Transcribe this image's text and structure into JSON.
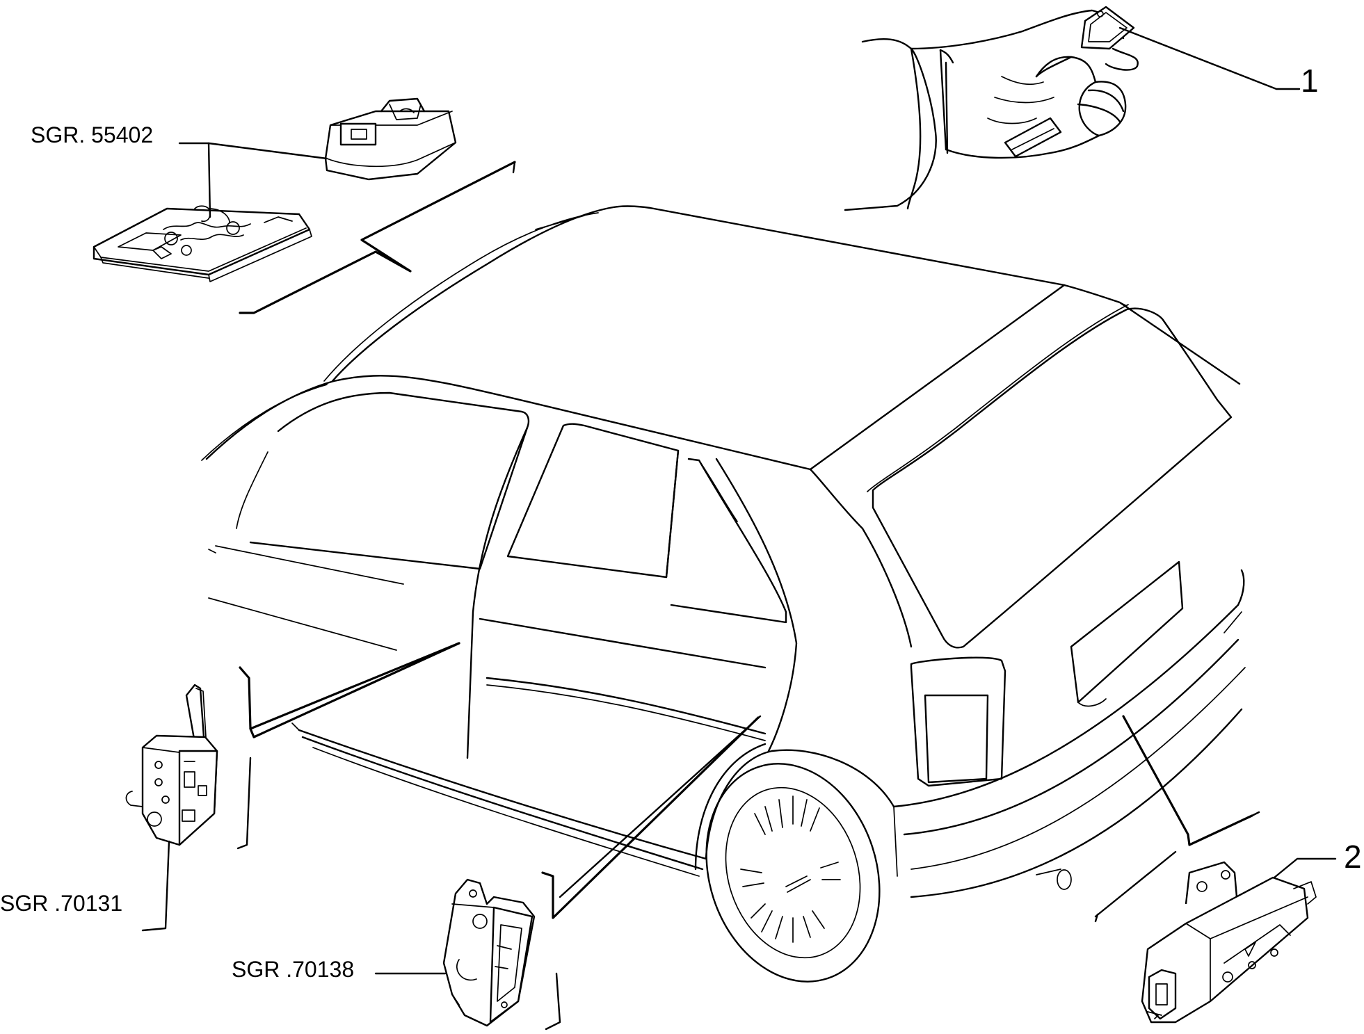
{
  "diagram": {
    "labels": {
      "sgr_55402": "SGR. 55402",
      "sgr_70131": "SGR .70131",
      "sgr_70138": "SGR .70138",
      "item_1": "1",
      "item_2": "2"
    }
  }
}
